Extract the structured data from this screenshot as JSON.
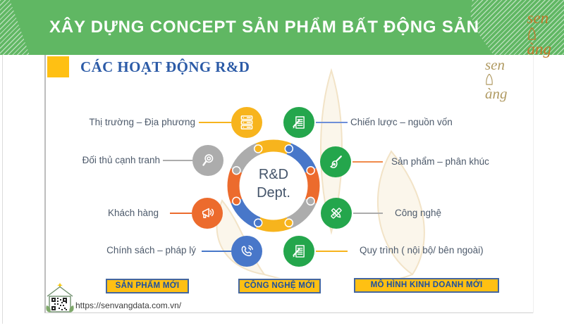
{
  "banner": {
    "title": "XÂY DỰNG CONCEPT SẢN PHẨM BẤT ĐỘNG SẢN",
    "logo_prefix": "sen",
    "logo_suffix": "àng"
  },
  "header": {
    "title": "CÁC HOẠT ĐỘNG R&D",
    "logo_prefix": "sen",
    "logo_suffix": "àng"
  },
  "diagram": {
    "center_line1": "R&D",
    "center_line2": "Dept.",
    "items": [
      {
        "label": "Thị trường – Địa phương",
        "icon": "server-icon",
        "color": "#F7B41D",
        "line_color": "#F7B41D"
      },
      {
        "label": "Đối thủ cạnh tranh",
        "icon": "magnifier-icon",
        "color": "#ACACAC",
        "line_color": "#ACACAC"
      },
      {
        "label": "Khách hàng",
        "icon": "megaphone-icon",
        "color": "#EC6B2D",
        "line_color": "#EC6B2D"
      },
      {
        "label": "Chính sách – pháp lý",
        "icon": "phone-icon",
        "color": "#4877C9",
        "line_color": "#4877C9"
      },
      {
        "label": "Chiến lược – nguồn vốn",
        "icon": "document-pen-icon",
        "color": "#24A64C",
        "line_color": "#6E8FD8"
      },
      {
        "label": "Sản phẩm – phân khúc",
        "icon": "paintbrush-icon",
        "color": "#24A64C",
        "line_color": "#F08A4B"
      },
      {
        "label": "Công nghệ",
        "icon": "pencil-ruler-icon",
        "color": "#24A64C",
        "line_color": "#ACACAC"
      },
      {
        "label": "Quy trình ( nội bộ/ bên ngoài)",
        "icon": "document-pen-icon",
        "color": "#24A64C",
        "line_color": "#F7B41D"
      }
    ],
    "ring_colors": {
      "yellow": "#F7B41D",
      "blue": "#4877C9",
      "orange": "#EC6B2D",
      "gray": "#ACACAC"
    }
  },
  "buttons": [
    {
      "label": "SẢN PHẨM MỚI"
    },
    {
      "label": "CÔNG NGHỆ MỚI"
    },
    {
      "label": "MÔ HÌNH KINH DOANH MỚI"
    }
  ],
  "footer": {
    "url": "https://senvangdata.com.vn/"
  }
}
